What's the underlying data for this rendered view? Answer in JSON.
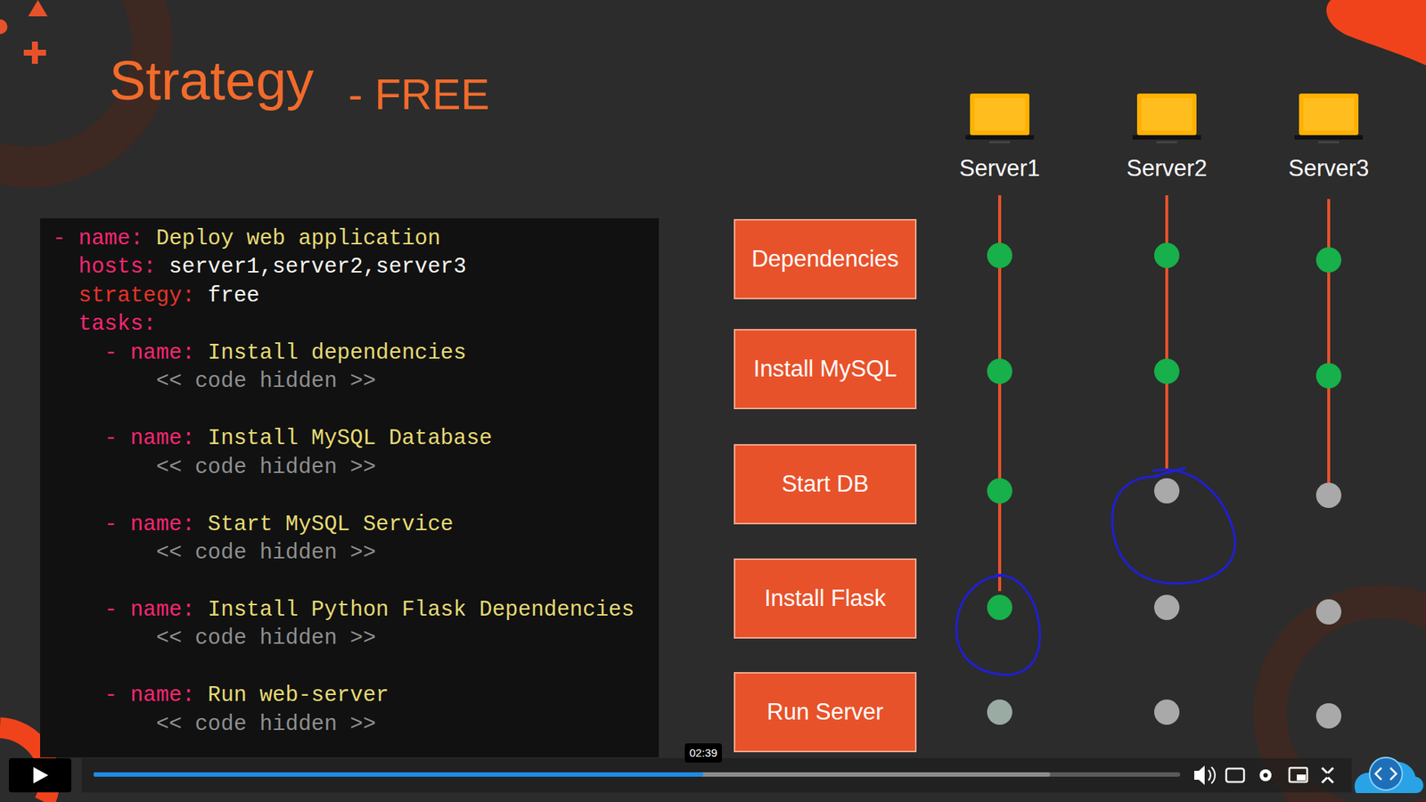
{
  "diagram": {
    "title": "Strategy",
    "nodes": [
      {
        "text": [
          "- name: Deploy web application",
          "hosts: server1,server2,server3",
          "strategy: free",
          "tasks:",
          "- name: Install dependencies",
          "<< code hidden >>",
          "- name: Install MySQL Database",
          "<< code hidden >>",
          "- name: Start MySQL Service",
          "<< code hidden >>",
          "- name: Install Python Flask Dependencies",
          "<< code hidden >>",
          "- name: Run web-server",
          "<< code hidden >>"
        ]
      },
      {
        "text": [
          "Server1"
        ]
      },
      {
        "text": [
          "Server2"
        ]
      },
      {
        "text": [
          "Server3"
        ]
      },
      {
        "text": [
          "Dependencies"
        ]
      },
      {
        "text": [
          "Install MySQL"
        ]
      },
      {
        "text": [
          "Start DB"
        ]
      },
      {
        "text": [
          "Install Flask"
        ]
      },
      {
        "text": [
          "Run Server"
        ]
      }
    ],
    "labels": [
      "- FREE",
      "02:39"
    ]
  }
}
